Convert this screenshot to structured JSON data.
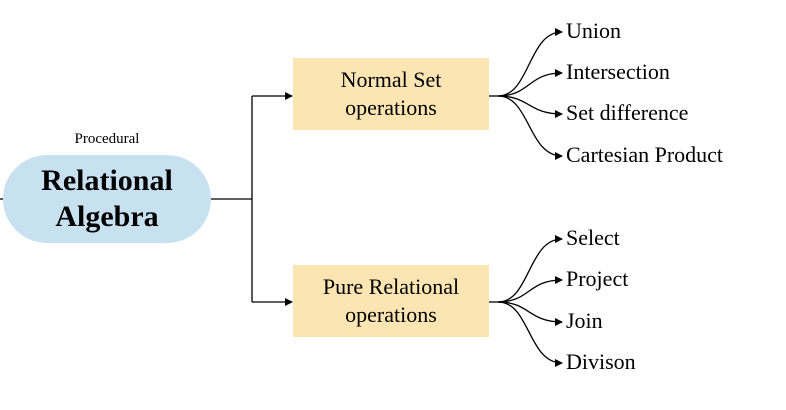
{
  "diagram": {
    "root": {
      "caption": "Procedural",
      "title": "Relational Algebra"
    },
    "branches": [
      {
        "label": "Normal Set operations",
        "children": [
          "Union",
          "Intersection",
          "Set difference",
          "Cartesian Product"
        ]
      },
      {
        "label": "Pure Relational operations",
        "children": [
          "Select",
          "Project",
          "Join",
          "Divison"
        ]
      }
    ],
    "colors": {
      "root_fill": "#c8e1f1",
      "branch_fill": "#fbe5b3",
      "connector": "#000000"
    }
  }
}
